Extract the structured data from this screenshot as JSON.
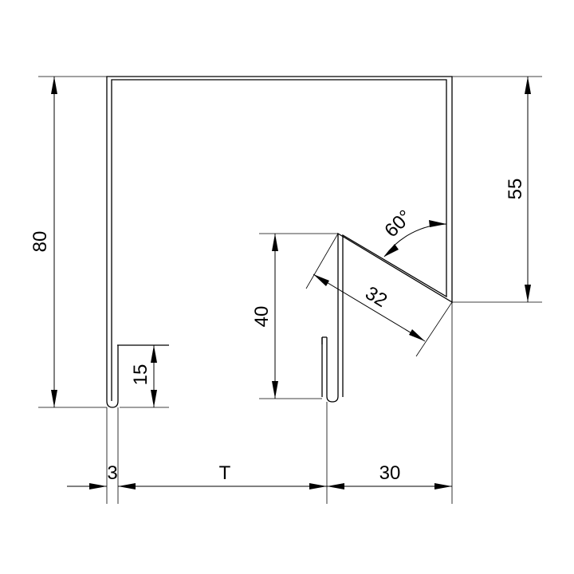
{
  "dimensions": {
    "height_total": "80",
    "height_right": "55",
    "angle": "60°",
    "flange_length": "32",
    "inner_height": "40",
    "drip_height": "15",
    "offset_left": "3",
    "width_variable": "T",
    "width_right": "30"
  }
}
